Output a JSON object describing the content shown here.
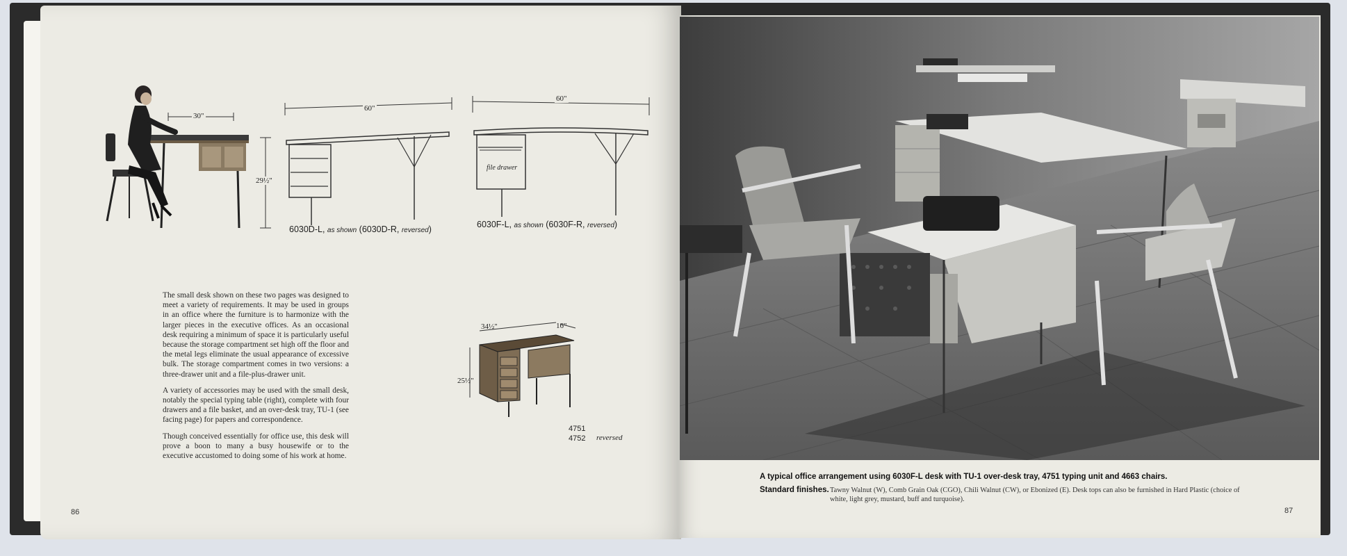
{
  "left_page": {
    "page_number": "86",
    "dims": {
      "woman_width": "30\"",
      "height_a": "29½\"",
      "desk_d_width": "60\"",
      "desk_f_width": "60\""
    },
    "drawer_label": "file drawer",
    "model_d": {
      "code": "6030D-L,",
      "note": "as shown",
      "alt": "(6030D-R,",
      "alt_note": "reversed",
      "close": ")"
    },
    "model_f": {
      "code": "6030F-L,",
      "note": "as shown",
      "alt": "(6030F-R,",
      "alt_note": "reversed",
      "close": ")"
    },
    "paragraphs": [
      "The small desk shown on these two pages was designed to meet a variety of requirements. It may be used in groups in an office where the furniture is to harmonize with the larger pieces in the executive offices. As an occasional desk requiring a minimum of space it is particularly useful because the storage compartment set high off the floor and the metal legs eliminate the usual appearance of excessive bulk. The storage compartment comes in two versions: a three-drawer unit and a file-plus-drawer unit.",
      "A variety of accessories may be used with the small desk, notably the special typing table (right), complete with four drawers and a file basket, and an over-desk tray, TU-1 (see facing page) for papers and correspondence.",
      "Though conceived essentially for office use, this desk will prove a boon to many a busy housewife or to the executive accustomed to doing some of his work at home."
    ],
    "typing_table": {
      "width": "34½\"",
      "depth": "16\"",
      "height": "25½\"",
      "model_a": "4751",
      "model_b": "4752",
      "model_b_note": "reversed"
    }
  },
  "right_page": {
    "page_number": "87",
    "caption": "A typical office arrangement using 6030F-L desk with TU-1 over-desk tray, 4751 typing unit and 4663 chairs.",
    "finishes_label": "Standard finishes.",
    "finishes_text": "Tawny Walnut (W), Comb Grain Oak (CGO), Chili Walnut (CW), or Ebonized (E). Desk tops can also be furnished in Hard Plastic (choice of white, light grey, mustard, buff and turquoise)."
  }
}
